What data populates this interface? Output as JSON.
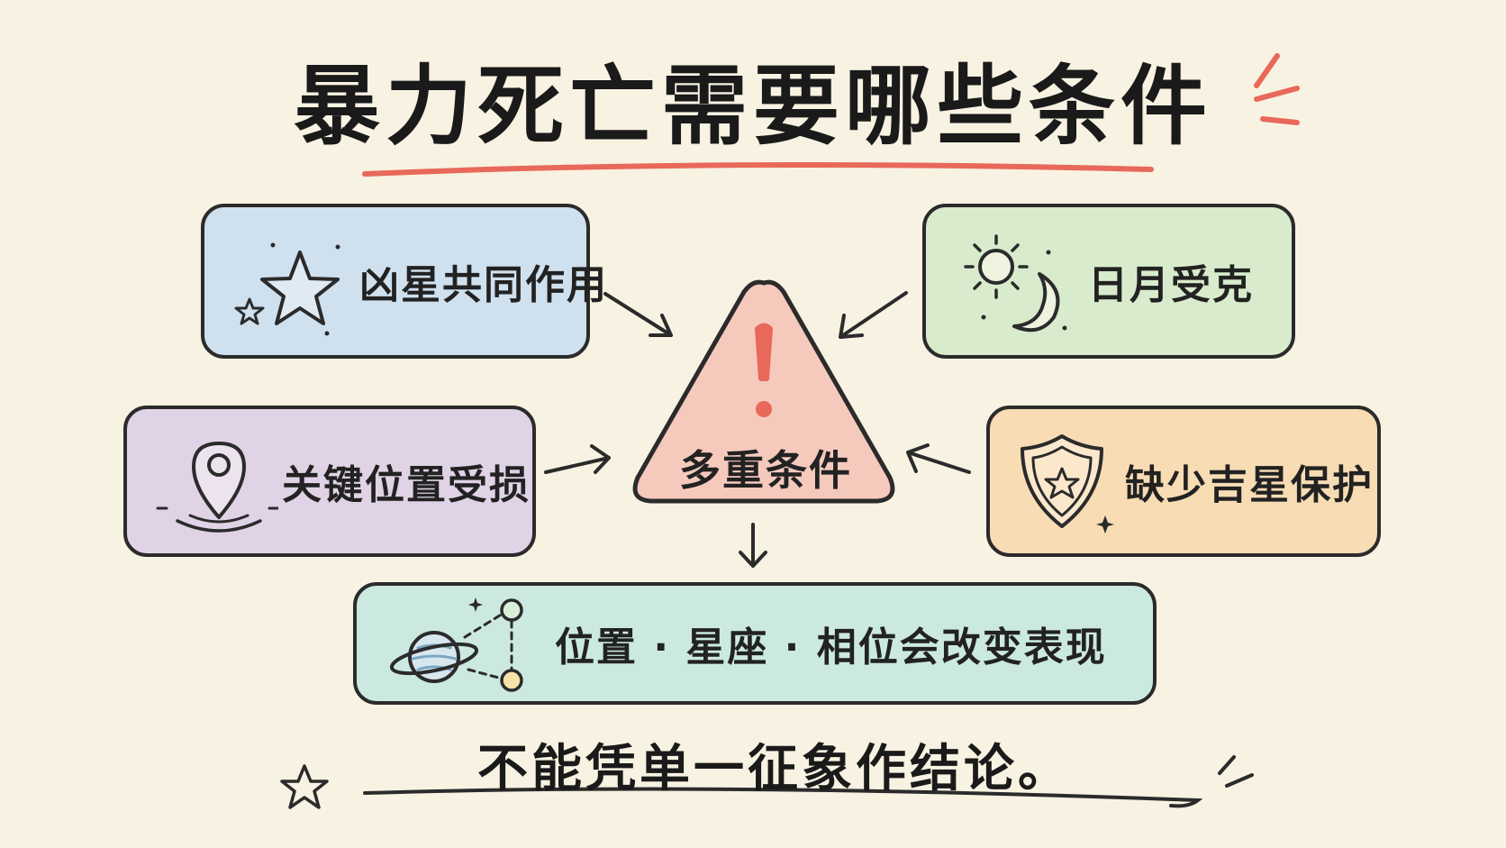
{
  "title": "暴力死亡需要哪些条件",
  "center": {
    "label": "多重条件"
  },
  "factors": {
    "top_left": "凶星共同作用",
    "top_right": "日月受克",
    "mid_left": "关键位置受损",
    "mid_right": "缺少吉星保护",
    "bottom": "位置 · 星座 · 相位会改变表现"
  },
  "conclusion": "不能凭单一征象作结论。",
  "colors": {
    "background": "#f8f2e2",
    "accent_red": "#e8685a",
    "blue_box": "#cfe0ee",
    "green_box": "#d8ebcc",
    "purple_box": "#e0d3e6",
    "orange_box": "#f8dcb4",
    "teal_box": "#cbe9e1",
    "triangle_fill": "#f6c9bd"
  },
  "icons": {
    "top_left": "star-icon",
    "top_right": "sun-moon-icon",
    "mid_left": "location-pin-icon",
    "mid_right": "shield-star-icon",
    "bottom": "planet-constellation-icon",
    "center": "warning-triangle-icon"
  }
}
